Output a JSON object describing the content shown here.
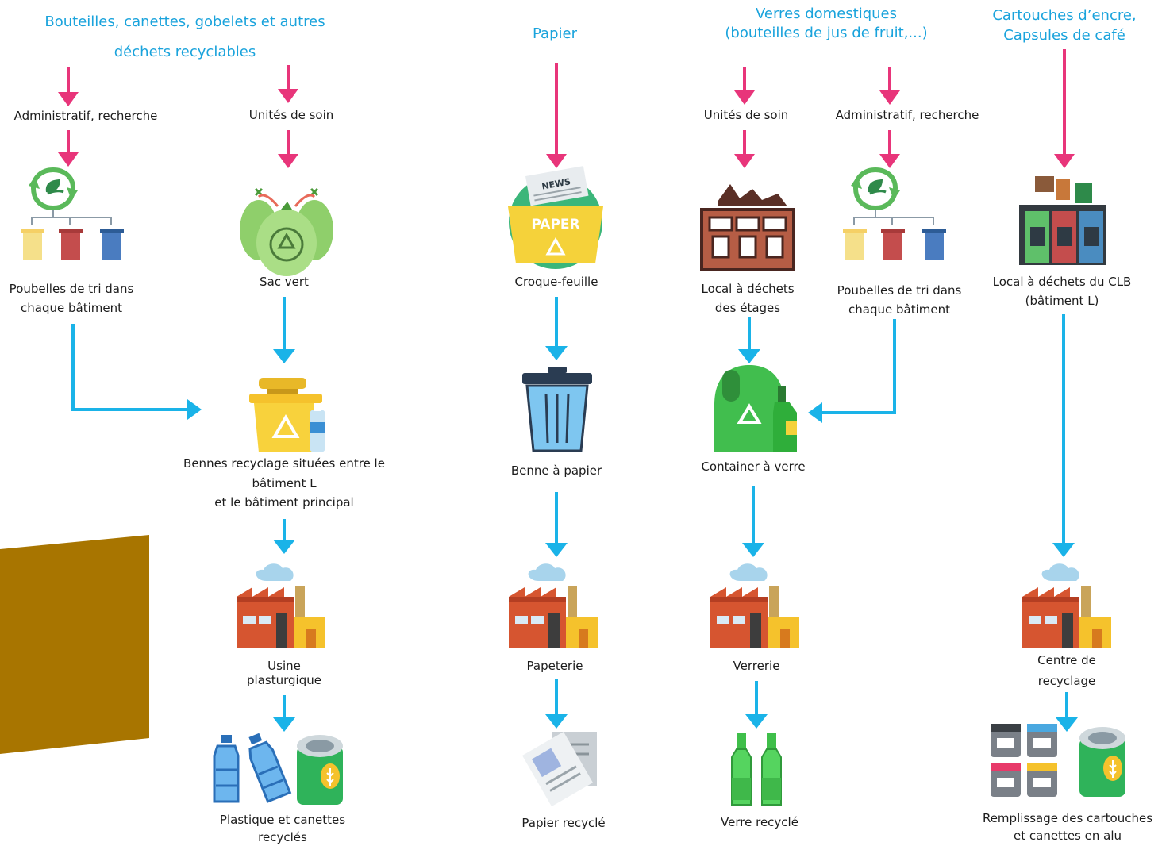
{
  "columns": {
    "recyclables": {
      "title_line1": "Bouteilles, canettes, gobelets et autres",
      "title_line2": "déchets recyclables",
      "admin_source": "Administratif, recherche",
      "care_source": "Unités de soin",
      "sorting_bins_line1": "Poubelles de tri dans",
      "sorting_bins_line2": "chaque bâtiment",
      "green_bag": "Sac vert",
      "containers_line1": "Bennes recyclage situées entre le",
      "containers_line2": "bâtiment L",
      "containers_line3": "et le bâtiment principal",
      "factory_line1": "Usine",
      "factory_line2": "plasturgique",
      "output_line1": "Plastique et canettes",
      "output_line2": "recyclés"
    },
    "paper": {
      "title": "Papier",
      "collector": "Croque-feuille",
      "container": "Benne à papier",
      "factory": "Papeterie",
      "output": "Papier recyclé"
    },
    "glass": {
      "title_line1": "Verres domestiques",
      "title_line2": "(bouteilles de jus de fruit,...)",
      "care_source": "Unités de soin",
      "admin_source": "Administratif, recherche",
      "floor_room_line1": "Local à déchets",
      "floor_room_line2": "des étages",
      "sorting_bins_line1": "Poubelles de tri dans",
      "sorting_bins_line2": "chaque bâtiment",
      "container": "Container à verre",
      "factory": "Verrerie",
      "output": "Verre recyclé"
    },
    "cartridges": {
      "title_line1": "Cartouches d’encre,",
      "title_line2": "Capsules de café",
      "waste_room_line1": "Local à déchets du CLB",
      "waste_room_line2": "(bâtiment L)",
      "center_line1": "Centre de",
      "center_line2": "recyclage",
      "output_line1": "Remplissage des cartouches",
      "output_line2": "et canettes en alu"
    }
  },
  "icons": {
    "paper_box_text": "PAPER",
    "news_text": "NEWS"
  },
  "colors": {
    "title": "#1aa3dc",
    "source_arrow": "#e8357a",
    "flow_arrow": "#1ab3e8",
    "label_text": "#1c1c1c",
    "decor_shape": "#a87500"
  }
}
